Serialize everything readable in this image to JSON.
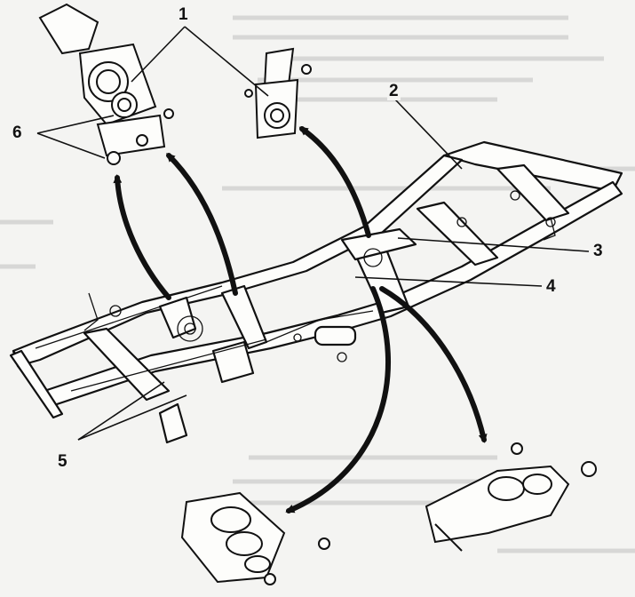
{
  "colors": {
    "ink": "#111111",
    "background": "#f4f4f2",
    "ghost_text": "#b9b9b9"
  },
  "callouts": [
    {
      "id": "1"
    },
    {
      "id": "2"
    },
    {
      "id": "3"
    },
    {
      "id": "4"
    },
    {
      "id": "5"
    },
    {
      "id": "6"
    }
  ]
}
